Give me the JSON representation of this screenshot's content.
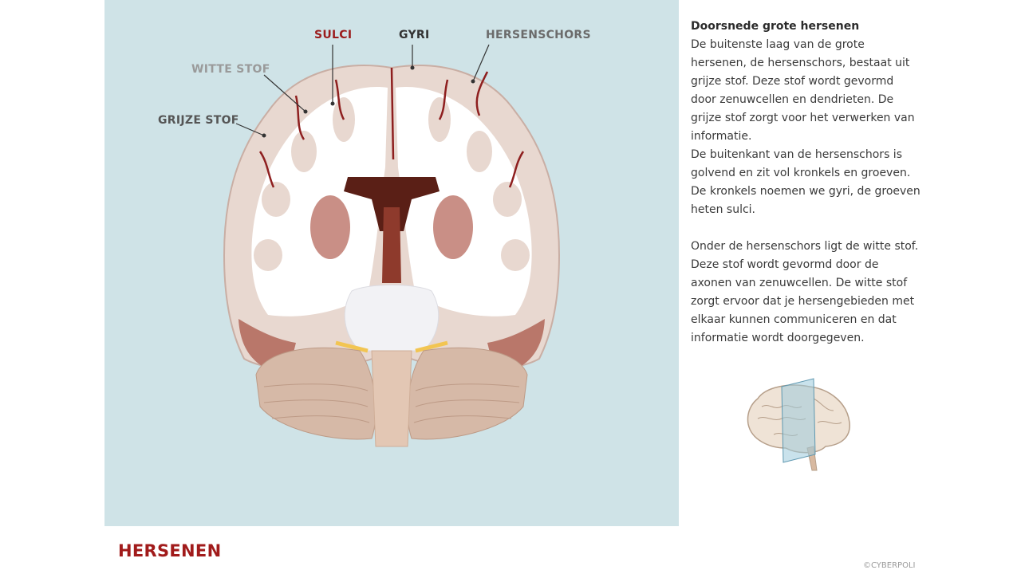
{
  "labels": {
    "sulci": "SULCI",
    "gyri": "GYRI",
    "hersenschors": "HERSENSCHORS",
    "witte_stof": "WITTE STOF",
    "grijze_stof": "GRIJZE STOF"
  },
  "description": {
    "heading": "Doorsnede grote hersenen",
    "paragraph1": "De buitenste laag van de grote hersenen, de hersenschors, bestaat uit grijze stof. Deze stof wordt gevormd door zenuwcellen en dendrieten. De grijze stof zorgt voor het verwerken van informatie.",
    "paragraph2": "De buitenkant van de hersenschors is golvend en zit vol kronkels en groeven. De kronkels noemen we gyri, de groeven heten sulci.",
    "paragraph3": "Onder de hersenschors ligt de witte stof. Deze stof wordt gevormd door de axonen van zenuwcellen. De witte stof zorgt ervoor dat je hersengebieden met elkaar kunnen communiceren en dat informatie wordt doorgegeven."
  },
  "page_title": "HERSENEN",
  "copyright": "©CYBERPOLI",
  "colors": {
    "panel_bg": "#cfe3e7",
    "title_red": "#a11b1b",
    "cortex_grey": "#e6d6cf",
    "white_matter": "#ffffff",
    "sulci_red": "#8e1f1f",
    "cerebellum": "#d6b9a7"
  }
}
